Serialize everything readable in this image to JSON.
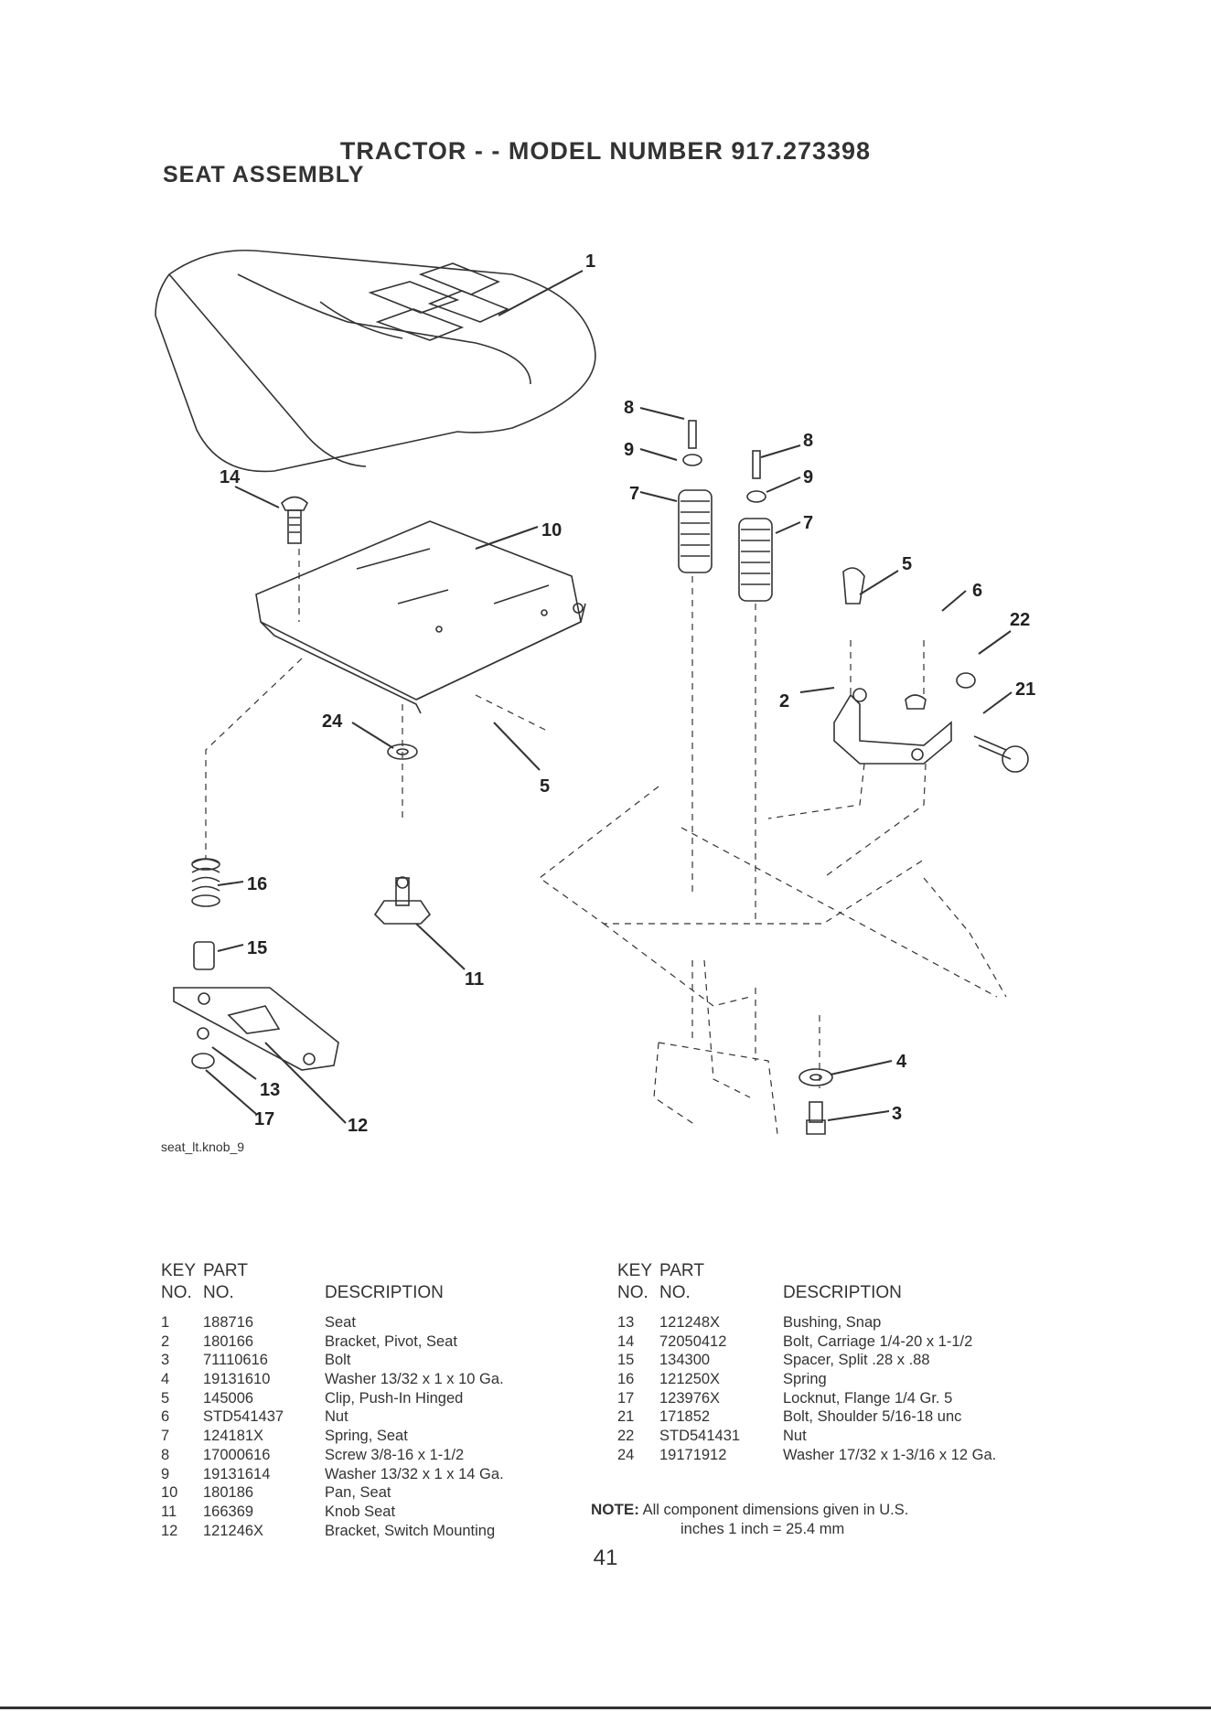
{
  "header": {
    "title": "TRACTOR - - MODEL NUMBER  917.273398",
    "subtitle": "SEAT ASSEMBLY"
  },
  "diagram": {
    "file_ref": "seat_lt.knob_9",
    "callouts": [
      "1",
      "14",
      "10",
      "8",
      "9",
      "7",
      "8",
      "9",
      "7",
      "5",
      "6",
      "22",
      "21",
      "2",
      "24",
      "5",
      "16",
      "15",
      "11",
      "13",
      "17",
      "12",
      "4",
      "3"
    ]
  },
  "parts_table": {
    "headers": {
      "key_line1": "KEY",
      "key_line2": "NO.",
      "part_line1": "PART",
      "part_line2": "NO.",
      "description": "DESCRIPTION"
    },
    "left": [
      {
        "key": "1",
        "part": "188716",
        "desc": "Seat"
      },
      {
        "key": "2",
        "part": "180166",
        "desc": "Bracket, Pivot, Seat"
      },
      {
        "key": "3",
        "part": "71110616",
        "desc": "Bolt"
      },
      {
        "key": "4",
        "part": "19131610",
        "desc": "Washer 13/32 x 1 x 10 Ga."
      },
      {
        "key": "5",
        "part": "145006",
        "desc": "Clip, Push-In Hinged"
      },
      {
        "key": "6",
        "part": "STD541437",
        "desc": "Nut"
      },
      {
        "key": "7",
        "part": "124181X",
        "desc": "Spring, Seat"
      },
      {
        "key": "8",
        "part": "17000616",
        "desc": "Screw 3/8-16 x 1-1/2"
      },
      {
        "key": "9",
        "part": "19131614",
        "desc": "Washer 13/32 x 1 x 14 Ga."
      },
      {
        "key": "10",
        "part": "180186",
        "desc": "Pan, Seat"
      },
      {
        "key": "11",
        "part": "166369",
        "desc": "Knob Seat"
      },
      {
        "key": "12",
        "part": "121246X",
        "desc": "Bracket, Switch Mounting"
      }
    ],
    "right": [
      {
        "key": "13",
        "part": "121248X",
        "desc": "Bushing, Snap"
      },
      {
        "key": "14",
        "part": "72050412",
        "desc": "Bolt, Carriage 1/4-20 x 1-1/2"
      },
      {
        "key": "15",
        "part": "134300",
        "desc": "Spacer, Split .28 x .88"
      },
      {
        "key": "16",
        "part": "121250X",
        "desc": "Spring"
      },
      {
        "key": "17",
        "part": "123976X",
        "desc": "Locknut, Flange 1/4 Gr. 5"
      },
      {
        "key": "21",
        "part": "171852",
        "desc": "Bolt, Shoulder 5/16-18 unc"
      },
      {
        "key": "22",
        "part": "STD541431",
        "desc": "Nut"
      },
      {
        "key": "24",
        "part": "19171912",
        "desc": "Washer 17/32 x 1-3/16 x 12 Ga."
      }
    ]
  },
  "note": {
    "label": "NOTE:",
    "line1": "All component dimensions given in U.S.",
    "line2": "inches 1 inch = 25.4 mm"
  },
  "page_number": "41"
}
